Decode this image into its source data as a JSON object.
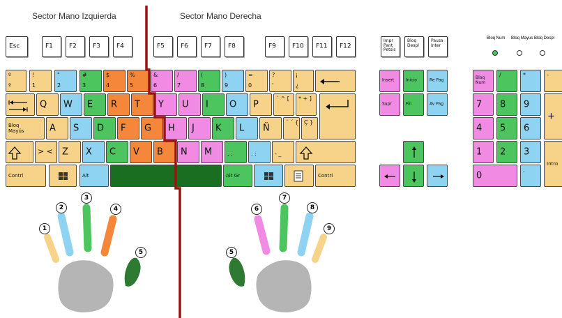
{
  "titles": {
    "left": "Sector Mano Izquierda",
    "right": "Sector Mano Derecha"
  },
  "colors": {
    "yellow": "#f7d38a",
    "blue": "#8fd3f2",
    "green": "#4cc55e",
    "orange": "#f5873a",
    "pink": "#f08ae2",
    "dark_green": "#1a6e22",
    "divider": "#9b1414",
    "palm": "#b5b5b5"
  },
  "function_row": [
    "Esc",
    "F1",
    "F2",
    "F3",
    "F4",
    "F5",
    "F6",
    "F7",
    "F8",
    "F9",
    "F10",
    "F11",
    "F12"
  ],
  "system_keys": [
    "Impr Pant Petsis",
    "Bloq Despl",
    "Pausa Inter"
  ],
  "locks": {
    "labels": [
      "Bloq Num",
      "Bloq Mayus",
      "Bloq Despl"
    ],
    "icon": "led-indicator"
  },
  "number_row": {
    "tops": [
      "º",
      "!",
      "\"",
      "#",
      "$",
      "%",
      "&",
      "/",
      "(",
      ")",
      "=",
      "?",
      "¡"
    ],
    "bottoms": [
      "ª",
      "1",
      "2",
      "3",
      "4",
      "5",
      "6",
      "7",
      "8",
      "9",
      "0",
      "'",
      "¿"
    ],
    "backspace_icon": "backspace-arrow"
  },
  "qwerty_row": {
    "tab_icon": "tab-arrows",
    "letters": [
      "Q",
      "W",
      "E",
      "R",
      "T",
      "Y",
      "U",
      "I",
      "O",
      "P"
    ],
    "extras": [
      "` ^ [",
      "* + ]"
    ],
    "enter_icon": "enter-arrow"
  },
  "home_row": {
    "caps_label": "Bloq Mayús",
    "letters": [
      "A",
      "S",
      "D",
      "F",
      "G",
      "H",
      "J",
      "K",
      "L",
      "Ñ"
    ],
    "extras": [
      "¨ ´ {",
      "Ç }"
    ]
  },
  "bottom_row": {
    "shift_icon": "shift-arrow",
    "angle": "> <",
    "letters": [
      "Z",
      "X",
      "C",
      "V",
      "B",
      "N",
      "M"
    ],
    "extras": [
      ", ;",
      ". :",
      "- _"
    ]
  },
  "space_row": {
    "ctrl": "Contrl",
    "win_icon": "windows-logo",
    "alt": "Alt",
    "altgr": "Alt Gr",
    "menu_icon": "menu-icon",
    "ctrl_right": "Contrl"
  },
  "edit_keys": [
    "Insert",
    "Inicio",
    "Re Pag",
    "Supr",
    "Fin",
    "Av Pag"
  ],
  "arrows_icons": [
    "up-arrow",
    "left-arrow",
    "down-arrow",
    "right-arrow"
  ],
  "numpad": {
    "top": [
      "Bloq Num",
      "/",
      "*",
      "-"
    ],
    "digits": [
      "7",
      "8",
      "9",
      "4",
      "5",
      "6",
      "1",
      "2",
      "3",
      "0"
    ],
    "plus": "+",
    "dot": ".",
    "enter": "Intro"
  },
  "finger_numbers": [
    "1",
    "2",
    "3",
    "4",
    "5",
    "5",
    "6",
    "7",
    "8",
    "9"
  ]
}
